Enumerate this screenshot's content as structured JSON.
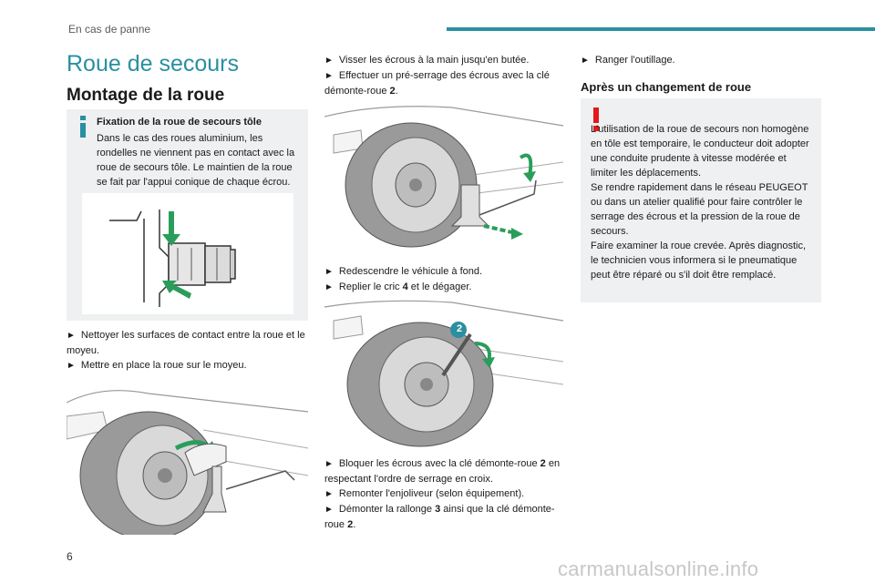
{
  "header": {
    "section": "En cas de panne",
    "accent_color": "#2a8fa0"
  },
  "page": {
    "title": "Roue de secours",
    "number": "6"
  },
  "col1": {
    "heading": "Montage de la roue",
    "info": {
      "icon": "info-icon",
      "title": "Fixation de la roue de secours tôle",
      "body": "Dans le cas des roues aluminium, les rondelles ne viennent pas en contact avec la roue de secours tôle. Le maintien de la roue se fait par l'appui conique de chaque écrou."
    },
    "steps": [
      "Nettoyer les surfaces de contact entre la roue et le moyeu.",
      "Mettre en place la roue sur le moyeu."
    ]
  },
  "col2": {
    "steps_a": [
      {
        "pre": "Visser les écrous à la main jusqu'en butée.",
        "bold": "",
        "post": ""
      },
      {
        "pre": "Effectuer un pré-serrage des écrous avec la clé démonte-roue ",
        "bold": "2",
        "post": "."
      }
    ],
    "steps_b": [
      {
        "pre": "Redescendre le véhicule à fond.",
        "bold": "",
        "post": ""
      },
      {
        "pre": "Replier le cric ",
        "bold": "4",
        "post": " et le dégager."
      }
    ],
    "steps_c": [
      {
        "pre": "Bloquer les écrous avec la clé démonte-roue ",
        "bold": "2",
        "post": " en respectant l'ordre de serrage en croix."
      },
      {
        "pre": "Remonter l'enjoliveur (selon équipement).",
        "bold": "",
        "post": ""
      },
      {
        "pre": "Démonter la rallonge ",
        "bold": "3",
        "post": " ainsi que la clé démonte-roue "
      },
      {
        "pre": "",
        "bold": "2",
        "post": "."
      }
    ],
    "callout_number": "2"
  },
  "col3": {
    "step": "Ranger l'outillage.",
    "heading": "Après un changement de roue",
    "warning": {
      "icon": "warning-icon",
      "color": "#e3191b",
      "body": "L'utilisation de la roue de secours non homogène en tôle est temporaire, le conducteur doit adopter une conduite prudente à vitesse modérée et limiter les déplacements.\nSe rendre rapidement dans le réseau PEUGEOT ou dans un atelier qualifié pour faire contrôler le serrage des écrous et la pression de la roue de secours.\nFaire examiner la roue crevée. Après diagnostic, le technicien vous informera si le pneumatique peut être réparé ou s'il doit être remplacé."
    }
  },
  "footer": {
    "watermark": "carmanualsonline.info"
  }
}
